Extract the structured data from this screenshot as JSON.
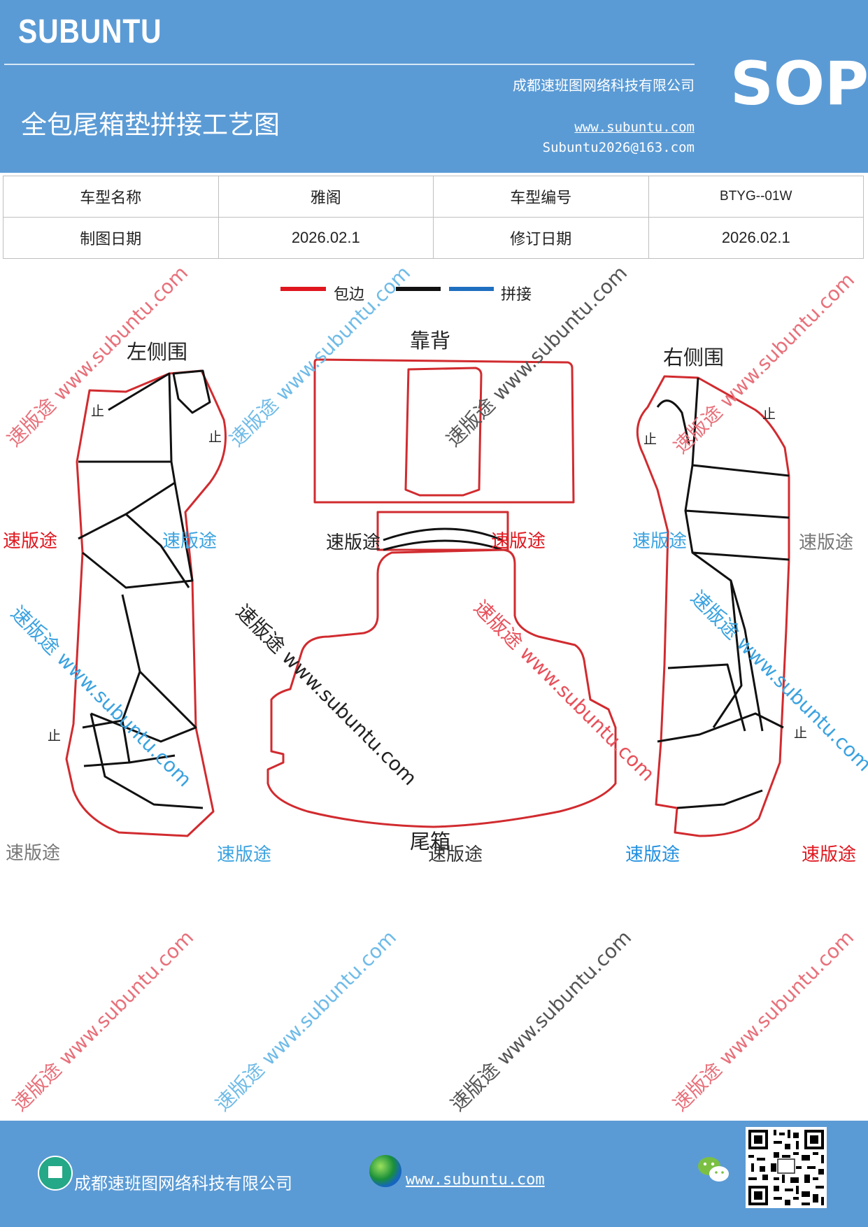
{
  "header": {
    "brand": "SUBUNTU",
    "title": "全包尾箱垫拼接工艺图",
    "company": "成都速班图网络科技有限公司",
    "website": "www.subuntu.com",
    "email": "Subuntu2026@163.com",
    "badge": "SOP",
    "colors": {
      "band": "#5b9bd5"
    }
  },
  "info_table": {
    "rows": [
      [
        "车型名称",
        "雅阁",
        "车型编号",
        "BTYG--01W"
      ],
      [
        "制图日期",
        "2026.02.1",
        "修订日期",
        "2026.02.1"
      ]
    ]
  },
  "legend": {
    "items": [
      {
        "label": "包边",
        "color": "#e0161e"
      },
      {
        "label": "",
        "color": "#111111"
      },
      {
        "label": "拼接",
        "color": "#1f6fc0"
      }
    ]
  },
  "diagram": {
    "labels": {
      "left": "左侧围",
      "back": "靠背",
      "right": "右侧围",
      "trunk": "尾箱",
      "stop_mark": "止"
    },
    "colors": {
      "edge": "#d12b2f",
      "seam": "#111111"
    }
  },
  "watermarks": {
    "diagonal": "速版途 www.subuntu.com",
    "short": "速版途"
  },
  "footer": {
    "company": "成都速班图网络科技有限公司",
    "url": "www.subuntu.com",
    "icons": [
      "home-icon",
      "globe-icon",
      "wechat-icon",
      "qr-code"
    ]
  }
}
